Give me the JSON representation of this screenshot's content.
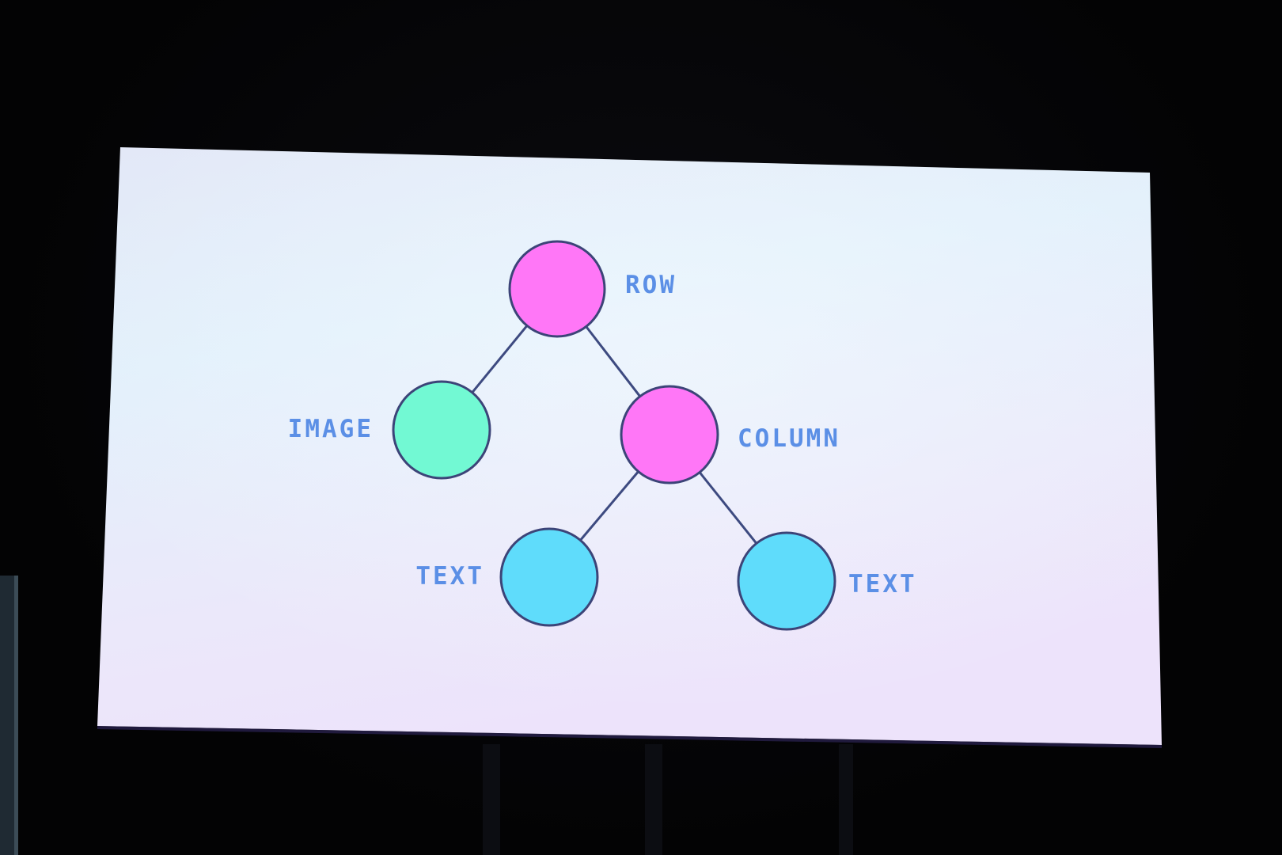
{
  "diagram": {
    "type": "tree",
    "nodes": [
      {
        "id": "row",
        "label": "ROW",
        "color": "#ff77f7"
      },
      {
        "id": "image",
        "label": "IMAGE",
        "color": "#72f9d3"
      },
      {
        "id": "column",
        "label": "COLUMN",
        "color": "#ff77f7"
      },
      {
        "id": "text-left",
        "label": "TEXT",
        "color": "#5fdcfb"
      },
      {
        "id": "text-right",
        "label": "TEXT",
        "color": "#5fdcfb"
      }
    ],
    "edges": [
      {
        "from": "row",
        "to": "image"
      },
      {
        "from": "row",
        "to": "column"
      },
      {
        "from": "column",
        "to": "text-left"
      },
      {
        "from": "column",
        "to": "text-right"
      }
    ],
    "colors": {
      "label": "#5b8fe6",
      "outline": "#3c4478",
      "screen_top": "#e6eefb",
      "screen_bottom": "#ece4fb"
    }
  }
}
